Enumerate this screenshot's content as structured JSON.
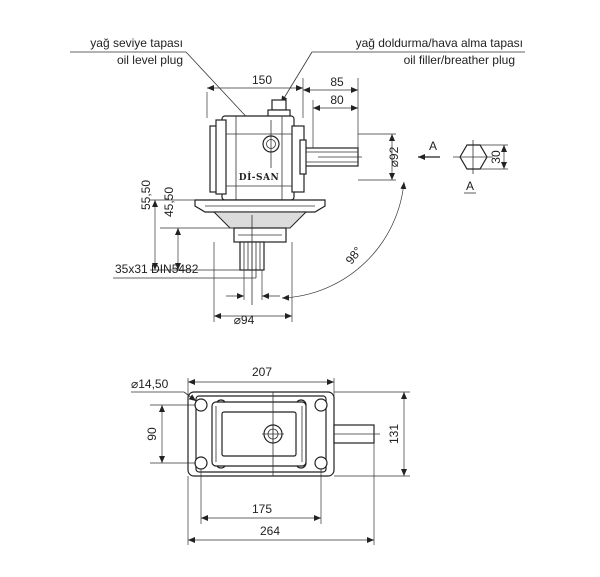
{
  "labels": {
    "oil_level_tr": "yağ seviye tapası",
    "oil_level_en": "oil level plug",
    "oil_filler_tr": "yağ doldurma/hava alma tapası",
    "oil_filler_en": "oil filler/breather plug",
    "logo": "Dİ-SAN",
    "section_mark": "A",
    "section_mark_2": "A",
    "spline": "35x31 DIN5482"
  },
  "dimensions": {
    "top_width": "150",
    "shaft_85": "85",
    "shaft_80": "80",
    "flange_dia": "⌀92",
    "hex_30": "30",
    "h_55": "55,50",
    "h_45": "45,50",
    "angle": "98°",
    "bottom_dia": "⌀94",
    "hole_dia": "⌀14,50",
    "plan_207": "207",
    "plan_90": "90",
    "plan_131": "131",
    "plan_175": "175",
    "plan_264": "264"
  }
}
